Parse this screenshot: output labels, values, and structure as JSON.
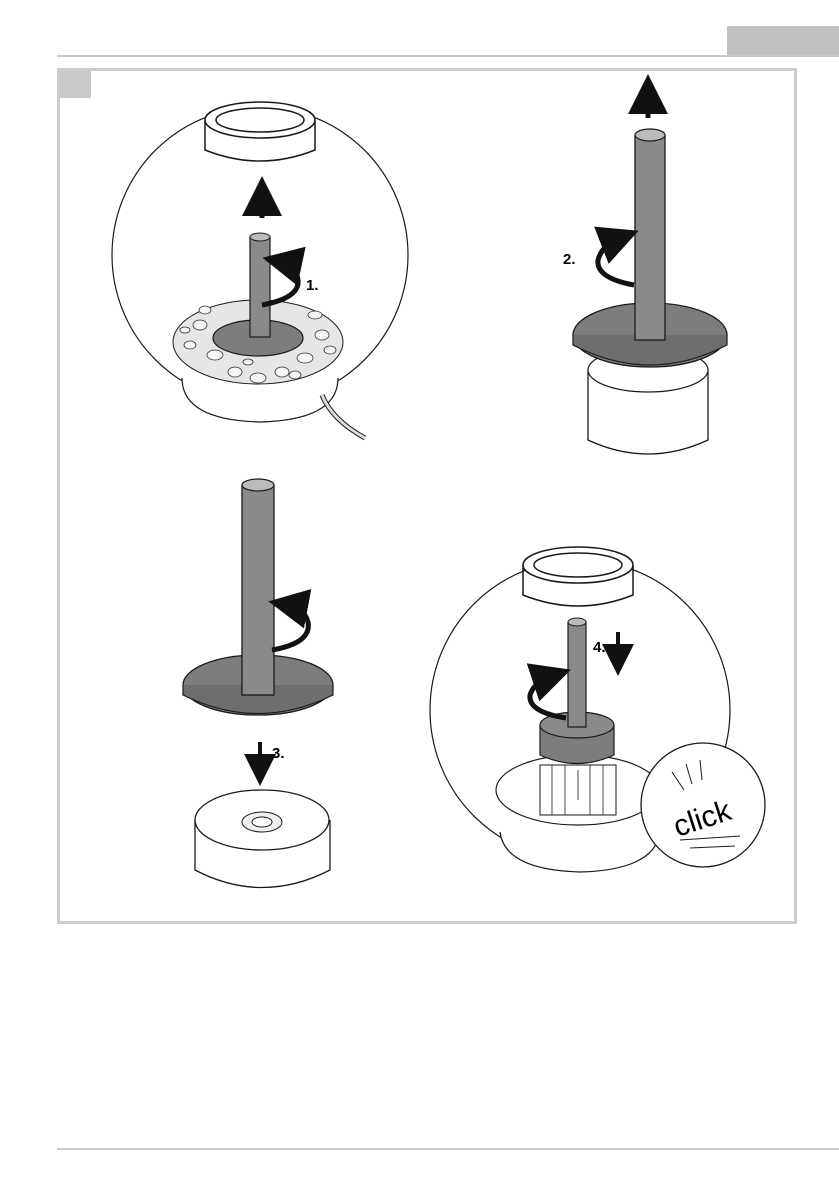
{
  "steps": {
    "step1": "1.",
    "step2": "2.",
    "step3": "3.",
    "step4": "4."
  },
  "click_text": "click",
  "colors": {
    "line": "#1a1a1a",
    "tube": "#8a8a8a",
    "plate": "#7d7d7d",
    "gravel": "#e6e6e6",
    "rule": "#c9c9c9"
  }
}
